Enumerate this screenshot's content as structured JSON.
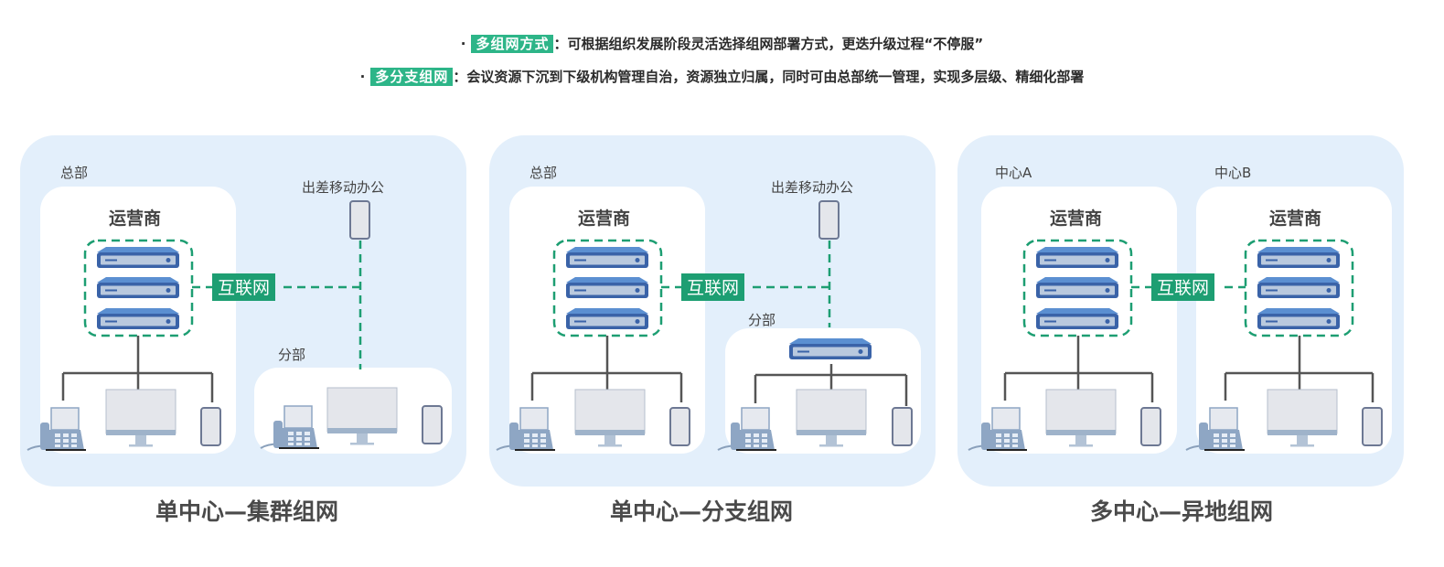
{
  "bullets": [
    {
      "tag": "多组网方式",
      "text": "：可根据组织发展阶段灵活选择组网部署方式，更迭升级过程“不停服”"
    },
    {
      "tag": "多分支组网",
      "text": "：会议资源下沉到下级机构管理自治，资源独立归属，同时可由总部统一管理，实现多层级、精细化部署"
    }
  ],
  "bullet_marker": "·",
  "colors": {
    "tag_bg": "#2db588",
    "internet_bg": "#1d9e72",
    "panel_bg": "#e3effb",
    "dash_line": "#1d9e72",
    "server_blue": "#3d6db0",
    "wire": "#555555"
  },
  "panels": [
    {
      "caption": "单中心—集群组网",
      "hq_label": "总部",
      "operator_label": "运营商",
      "internet_label": "互联网",
      "mobile_label": "出差移动办公",
      "branch_label": "分部"
    },
    {
      "caption": "单中心—分支组网",
      "hq_label": "总部",
      "operator_label": "运营商",
      "internet_label": "互联网",
      "mobile_label": "出差移动办公",
      "branch_label": "分部"
    },
    {
      "caption": "多中心—异地组网",
      "center_a_label": "中心A",
      "center_b_label": "中心B",
      "operator_a_label": "运营商",
      "operator_b_label": "运营商",
      "internet_label": "互联网"
    }
  ],
  "icons": [
    "server-icon",
    "desk-phone-icon",
    "monitor-icon",
    "mobile-phone-icon"
  ]
}
